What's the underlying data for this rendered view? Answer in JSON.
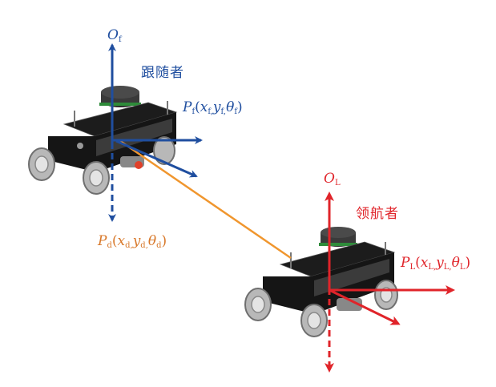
{
  "follower": {
    "name": "跟随者",
    "origin": "O",
    "origin_sub": "f",
    "pose_symbol": "P",
    "pose_sub": "f",
    "x_sub": "f,",
    "y_sub": "f,",
    "theta_sub": "f",
    "color": "#1f4e9f"
  },
  "leader": {
    "name": "领航者",
    "origin": "O",
    "origin_sub": "L",
    "pose_symbol": "P",
    "pose_sub": "L",
    "x_sub": "L,",
    "y_sub": "L,",
    "theta_sub": "L",
    "color": "#e0242a"
  },
  "desired": {
    "pose_symbol": "P",
    "pose_sub": "d",
    "x_sub": "d,",
    "y_sub": "d,",
    "theta_sub": "d",
    "color": "#d8782a"
  },
  "symbols": {
    "x": "x",
    "y": "y",
    "theta": "θ",
    "open": "(",
    "close": ")"
  },
  "link_color": "#f0962e"
}
